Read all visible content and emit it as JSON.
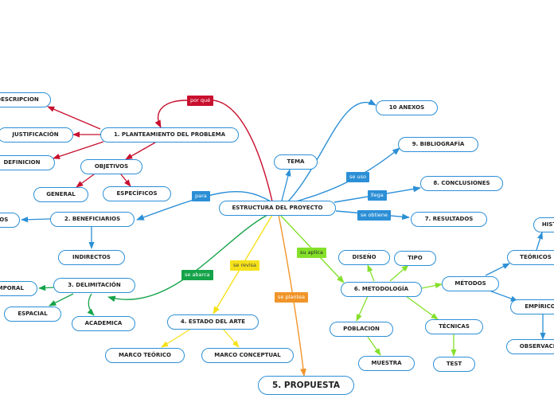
{
  "colors": {
    "node_border": "#2b8fd6",
    "blue": "#2b8fd6",
    "red": "#c8102e",
    "green": "#15a34a",
    "lime": "#84e02a",
    "yellow": "#f5e11a",
    "orange": "#f0952a"
  },
  "nodes": {
    "estructura": "ESTRUCTURA DEL PROYECTO",
    "planteamiento": "1. PLANTEAMIENTO DEL PROBLEMA",
    "descripcion": "DESCRIPCION",
    "justificacion": "JUSTIFICACIÓN",
    "definicion": "DEFINICION",
    "objetivos": "OBJETIVOS",
    "general": "GENERAL",
    "especificos": "ESPECÍFICOS",
    "beneficiarios": "2. BENEFICIARIOS",
    "directos": "DIRECTOS",
    "indirectos": "INDIRECTOS",
    "delimitacion": "3. DELIMITACIÓN",
    "temporal": "TEMPORAL",
    "espacial": "ESPACIAL",
    "academica": "ACADEMICA",
    "estado_arte": "4. ESTADO DEL ARTE",
    "marco_teorico": "MARCO TEÓRICO",
    "marco_conceptual": "MARCO CONCEPTUAL",
    "propuesta": "5. PROPUESTA",
    "metodologia": "6. METODOLOGÍA",
    "diseno": "DISEÑO",
    "tipo": "TIPO",
    "poblacion": "POBLACION",
    "muestra": "MUESTRA",
    "tecnicas": "TÉCNICAS",
    "test": "TEST",
    "metodos": "MÉTODOS",
    "teoricos": "TEÓRICOS",
    "historicos": "HISTÓRICOS",
    "empiricos": "EMPÍRICOS",
    "observacion": "OBSERVACIÓN",
    "tema": "TEMA",
    "anexos": "10 ANEXOS",
    "bibliografia": "9. BIBLIOGRAFÍA",
    "conclusiones": "8. CONCLUSIONES",
    "resultados": "7. RESULTADOS"
  },
  "labels": {
    "por_que": "por qué",
    "para": "para",
    "se_abarca": "se abarca",
    "se_revisa": "se revisa",
    "se_plantea": "se plantea",
    "su_aplica": "su aplica",
    "se_uso": "se uso",
    "llega": "llega",
    "se_obtiene": "se obtiene"
  }
}
